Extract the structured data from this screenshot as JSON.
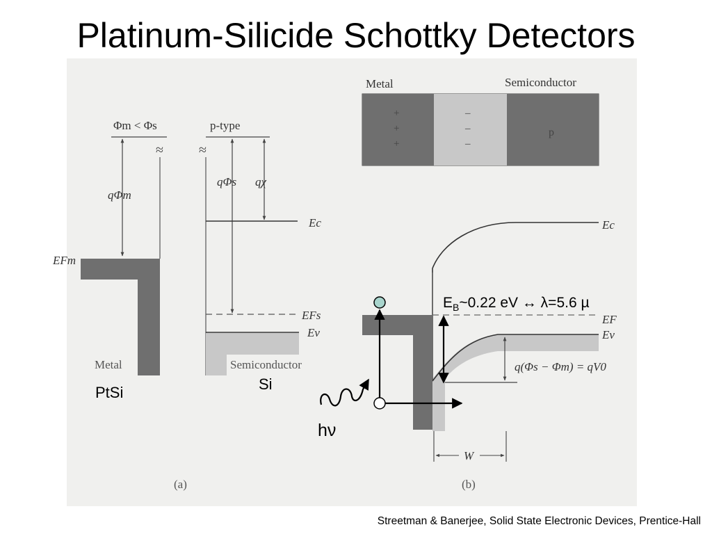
{
  "slide": {
    "title": "Platinum-Silicide Schottky Detectors",
    "citation": "Streetman & Banerjee, Solid State Electronic Devices, Prentice-Hall"
  },
  "panel_a": {
    "workfunction_relation": "Φm <  Φs",
    "type_label": "p-type",
    "q_phi_m": "qΦm",
    "q_phi_s": "qΦs",
    "q_chi": "qχ",
    "e_fm": "EFm",
    "e_c": "Ec",
    "e_fs": "EFs",
    "e_v": "Ev",
    "metal_label": "Metal",
    "semiconductor_label": "Semiconductor",
    "caption": "(a)",
    "annotation_metal": "PtSi",
    "annotation_semiconductor": "Si"
  },
  "panel_b": {
    "metal_label": "Metal",
    "semiconductor_label": "Semiconductor",
    "p_label": "p",
    "plus_signs": [
      "+",
      "+",
      "+"
    ],
    "minus_signs": [
      "–",
      "–",
      "–"
    ],
    "e_c": "Ec",
    "e_f": "EF",
    "e_v": "Ev",
    "barrier_annotation": "q(Φs − Φm) = qV0",
    "width_label": "W",
    "caption": "(b)",
    "barrier_main": "E",
    "barrier_sub": "B",
    "barrier_rest": "~0.22 eV ↔ λ=5.6 µ",
    "photon_label": "hν"
  },
  "colors": {
    "dark_band": "#6f6f6f",
    "light_band": "#c8c8c8",
    "scan_background": "#f0f0ee",
    "hole_fill": "#a8d4cc"
  }
}
